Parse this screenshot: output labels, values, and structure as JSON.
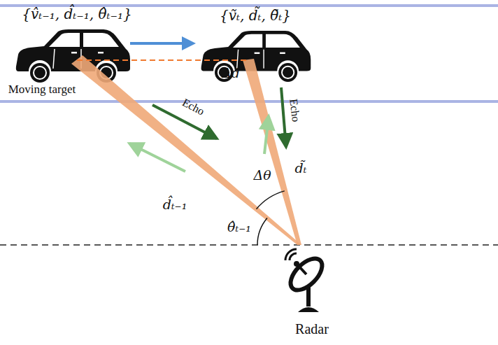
{
  "diagram": {
    "labels": [
      "{v̂ₜ₋₁, d̂ₜ₋₁, θ̂ₜ₋₁}",
      "{ṽₜ, d̃ₜ, θ̃ₜ}",
      "Moving target",
      "Δd",
      "Echo",
      "Echo",
      "Δθ",
      "d̃ₜ",
      "d̂ₜ₋₁",
      "θ̂ₜ₋₁",
      "Radar"
    ]
  }
}
